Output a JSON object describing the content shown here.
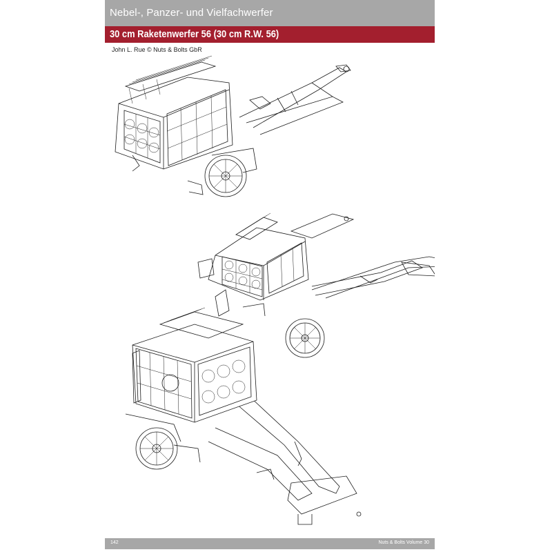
{
  "header": {
    "section": "Nebel-, Panzer- und Vielfachwerfer",
    "title": "30 cm Raketenwerfer 56  (30 cm R.W. 56)",
    "credit": "John L. Rue © Nuts & Bolts GbR"
  },
  "illustrations": [
    {
      "subject": "30 cm Raketenwerfer 56 launcher on two-wheel carriage",
      "view": "front left three-quarter"
    },
    {
      "subject": "30 cm Raketenwerfer 56 launcher on two-wheel carriage",
      "view": "rear left three-quarter"
    },
    {
      "subject": "30 cm Raketenwerfer 56 launcher on two-wheel carriage",
      "view": "front right three-quarter"
    }
  ],
  "footer": {
    "page_number": "142",
    "series": "Nuts & Bolts Volume 30"
  },
  "colors": {
    "section_bar": "#a7a7a7",
    "title_bar": "#a31f2e",
    "text_on_bar": "#ffffff"
  }
}
